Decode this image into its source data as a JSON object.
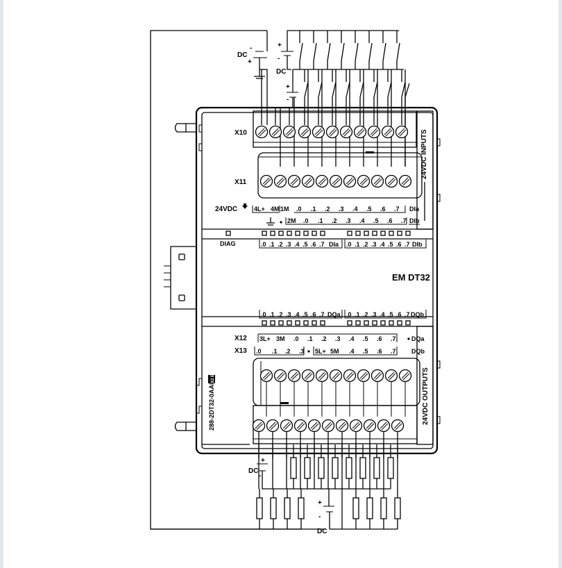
{
  "diagram": {
    "module_name": "EM  DT32",
    "part_number": "288-2DT32-0AA0",
    "part_badge": "X2 E",
    "side_label_inputs": "24VDC  INPUTS",
    "side_label_outputs": "24VDC OUTPUTS",
    "diag_label": "DIAG",
    "top_supply_label": "DC",
    "input_supply_label": "DC",
    "output_supply_left_label": "DC",
    "output_supply_mid_label": "DC",
    "plus": "+",
    "minus": "-",
    "x10_label": "X10",
    "x11_label": "X11",
    "x12_label": "X12",
    "x13_label": "X13",
    "power_label": "24VDC",
    "input_row_a": [
      "4L+",
      "4M",
      "1M",
      ".0",
      ".1",
      ".2",
      ".3",
      ".4",
      ".5",
      ".6",
      ".7",
      "DIa"
    ],
    "input_row_b": [
      "2M",
      ".0",
      ".1",
      ".2",
      ".3",
      ".4",
      ".5",
      ".6",
      ".7",
      "DIb"
    ],
    "led_in_a": [
      ".0",
      ".1",
      ".2",
      ".3",
      ".4",
      ".5",
      ".6",
      ".7",
      "DIa"
    ],
    "led_in_b": [
      ".0",
      ".1",
      ".2",
      ".3",
      ".4",
      ".5",
      ".6",
      ".7",
      "DIb"
    ],
    "led_out_a": [
      ".0",
      ".1",
      ".2",
      ".3",
      ".4",
      ".5",
      ".6",
      ".7",
      "DQa"
    ],
    "led_out_b": [
      ".0",
      ".1",
      ".2",
      ".3",
      ".4",
      ".5",
      ".6",
      ".7",
      "DQb"
    ],
    "output_row_a": [
      "3L+",
      "3M",
      ".0",
      ".1",
      ".2",
      ".3",
      ".4",
      ".5",
      ".6",
      ".7",
      "DQa"
    ],
    "output_row_b": [
      ".0",
      ".1",
      ".2",
      ".3",
      "5L+",
      "5M",
      ".4",
      ".5",
      ".6",
      ".7",
      "DQb"
    ]
  },
  "colors": {
    "line": "#000000",
    "frame": "#e3e8ef",
    "background": "#ffffff"
  }
}
